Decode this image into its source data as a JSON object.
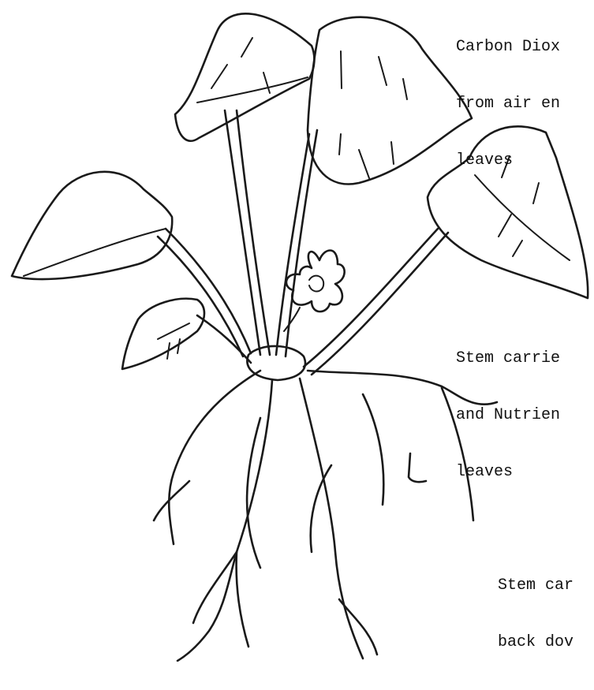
{
  "labels": {
    "carbon_dioxide": [
      "Carbon Diox",
      "from air en",
      "leaves"
    ],
    "stem_up": [
      "Stem carrie",
      "and Nutrien",
      "leaves"
    ],
    "stem_down": [
      "Stem car",
      "back dov"
    ]
  }
}
